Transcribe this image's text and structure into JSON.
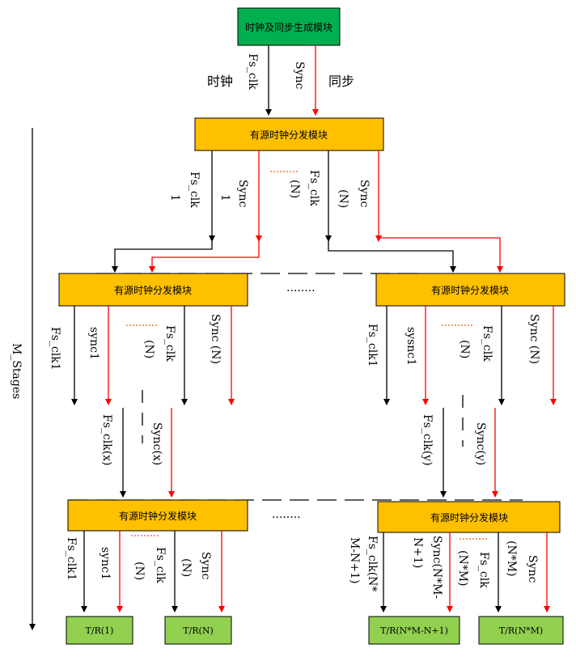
{
  "top_module": "时钟及同步生成模块",
  "dist_module": "有源时钟分发模块",
  "top_clock_label": "时钟",
  "top_sync_label": "同步",
  "top_fs_clk": "Fs_clk",
  "top_sync": "Sync",
  "stages_label": "M_Stages",
  "lvl1": {
    "fs_clk1": [
      "Fs_clk",
      "1"
    ],
    "sync1": [
      "Sync",
      "1"
    ],
    "fs_clkN": [
      "Fs_clk",
      "(N)"
    ],
    "syncN": [
      "Sync",
      "(N)"
    ]
  },
  "lvl2_left": {
    "fs_clk1": "Fs_clk1",
    "sync1": "sync1",
    "fs_clkN": [
      "Fs_clk",
      "(N)"
    ],
    "syncN": "Sync (N)"
  },
  "lvl2_right": {
    "fs_clk1": "Fs_clk1",
    "sync1": "sysnc1",
    "fs_clkN": [
      "Fs_clk",
      "(N)"
    ],
    "syncN": "Sync (N)"
  },
  "mid_left": {
    "fs_clk": "Fs_clk(x)",
    "sync": "Sync(x)"
  },
  "mid_right": {
    "fs_clk": "Fs_clk(y)",
    "sync": "Sync(y)"
  },
  "lvl3_left": {
    "fs_clk1": "Fs_clk1",
    "sync1": "sync1",
    "fs_clkN": [
      "Fs_clk",
      "(N)"
    ],
    "syncN": [
      "Sync",
      "(N)"
    ]
  },
  "lvl3_right": {
    "fs_clk": [
      "Fs_clk(N*",
      "M-N+1)"
    ],
    "sync": [
      "Sync(N*M-",
      "N+1)"
    ],
    "fs_clkNM": [
      "Fs_clk",
      "(N*M)"
    ],
    "syncNM": [
      "Sync",
      "(N*M)"
    ]
  },
  "leaves": [
    "T/R(1)",
    "T/R(N)",
    "T/R(N*M-N+1)",
    "T/R(N*M)"
  ],
  "ellipsis": "........",
  "colors": {
    "green_box": "#00b050",
    "orange_box": "#ffc000",
    "leaf_box": "#92d050",
    "sync_line": "#ff0000",
    "clk_line": "#000000",
    "dot_orange": "#ed7d31"
  }
}
